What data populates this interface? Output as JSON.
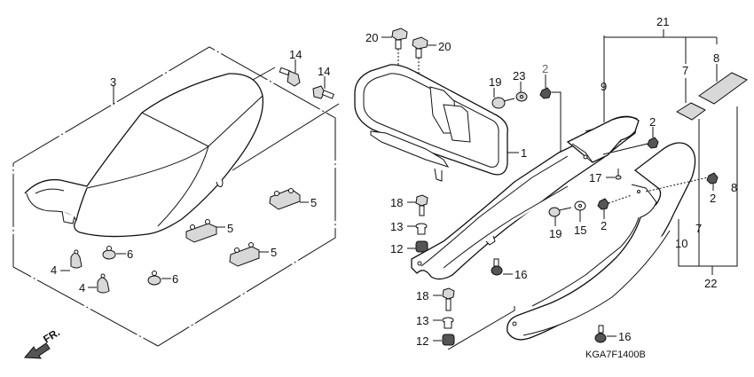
{
  "diagram": {
    "type": "exploded-parts-diagram",
    "subject": "Seat / rear cowl assembly",
    "drawing_code": "KGA7F1400B",
    "direction_indicator": "FR.",
    "callouts": {
      "seat": "3",
      "seat_bolt_a": "14",
      "seat_bolt_b": "14",
      "cushion_a": "5",
      "cushion_b": "5",
      "cushion_c": "5",
      "cushion_d_left": "4",
      "cushion_e_left": "4",
      "grommet_a": "6",
      "grommet_b": "6",
      "grab_rail": "1",
      "rail_bolt_a": "20",
      "rail_bolt_b": "20",
      "bolt_19_top": "19",
      "collar_23": "23",
      "nut_2_top": "2",
      "rear_center_cowl": "9",
      "nut_2_center": "2",
      "screw_17": "17",
      "nut_2_lower": "2",
      "nut_2_right": "2",
      "bolt_19_lower": "19",
      "collar_15": "15",
      "bolt_18_a": "18",
      "collar_13_a": "13",
      "grommet_12_a": "12",
      "bolt_16_a": "16",
      "bolt_18_b": "18",
      "collar_13_b": "13",
      "grommet_12_b": "12",
      "bolt_16_b": "16",
      "rear_cowl_side": "10",
      "set_21": "21",
      "set_22": "22",
      "emblem_7_top": "7",
      "emblem_8_top": "8",
      "emblem_7_bottom": "7",
      "emblem_8_right": "8"
    }
  }
}
